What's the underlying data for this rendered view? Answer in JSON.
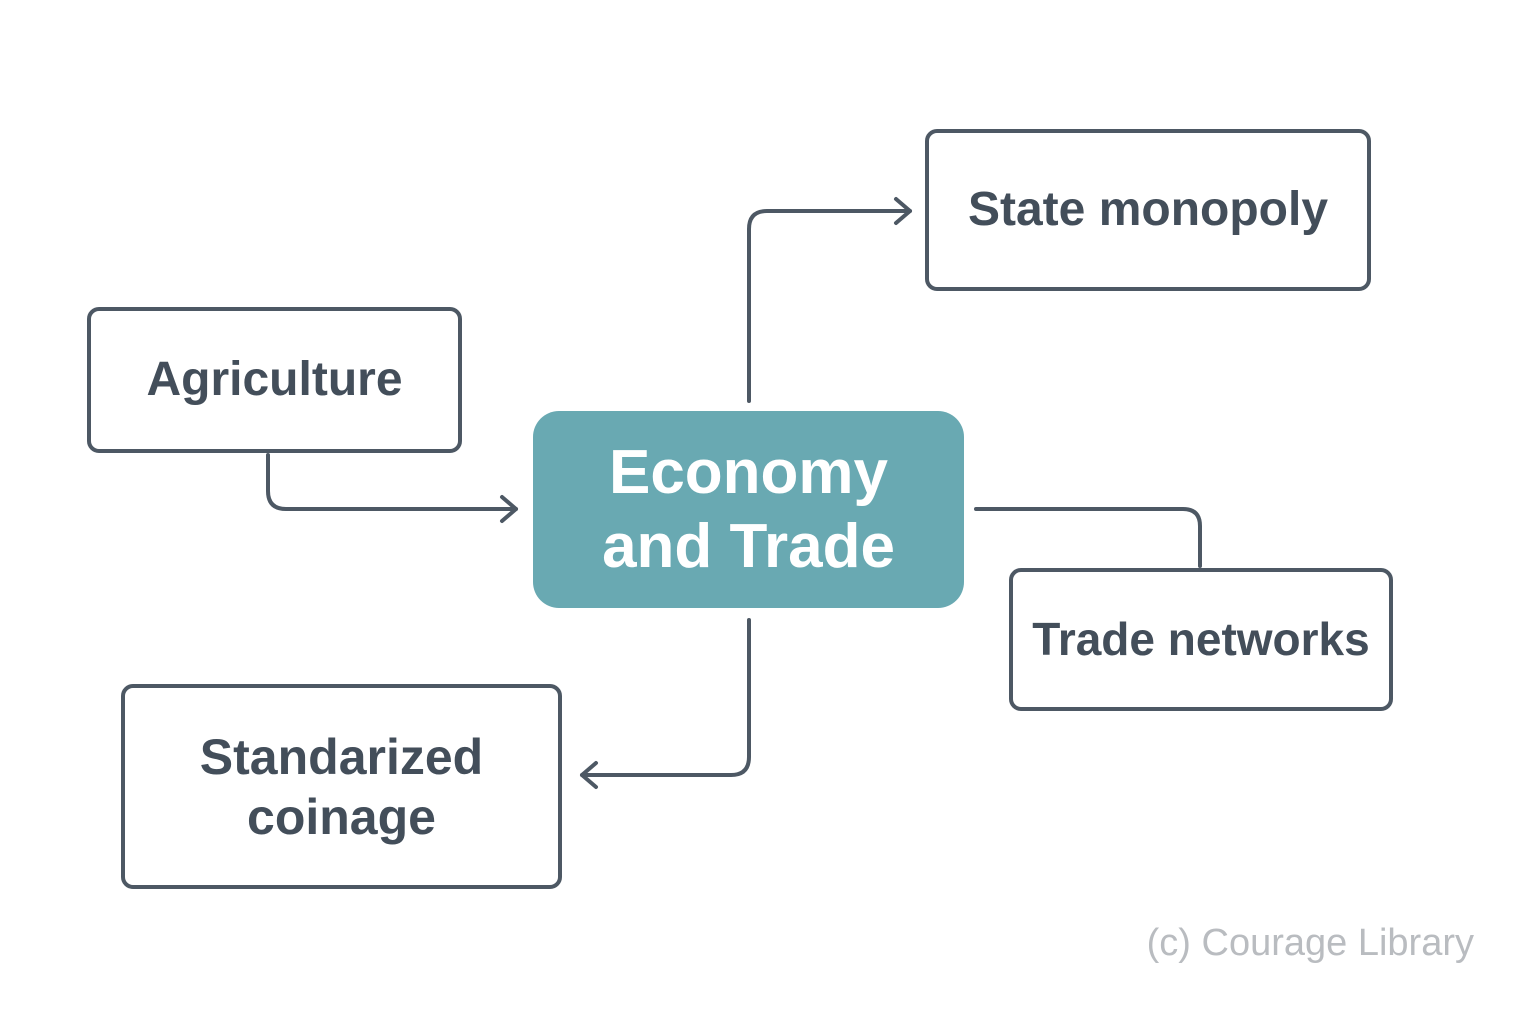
{
  "diagram": {
    "center": {
      "label": "Economy\nand Trade",
      "fill": "#69a9b2"
    },
    "nodes": {
      "agriculture": {
        "label": "Agriculture"
      },
      "state_monopoly": {
        "label": "State monopoly"
      },
      "trade_networks": {
        "label": "Trade networks"
      },
      "standardized_coinage": {
        "label": "Standarized\ncoinage"
      }
    },
    "edges": [
      {
        "from": "Agriculture",
        "to": "Economy and Trade",
        "arrow": true
      },
      {
        "from": "Economy and Trade",
        "to": "State monopoly",
        "arrow": true
      },
      {
        "from": "Economy and Trade",
        "to": "Trade networks",
        "arrow": false
      },
      {
        "from": "Economy and Trade",
        "to": "Standarized coinage",
        "arrow": true
      }
    ],
    "stroke_color": "#4d5864"
  },
  "watermark": "(c) Courage Library"
}
